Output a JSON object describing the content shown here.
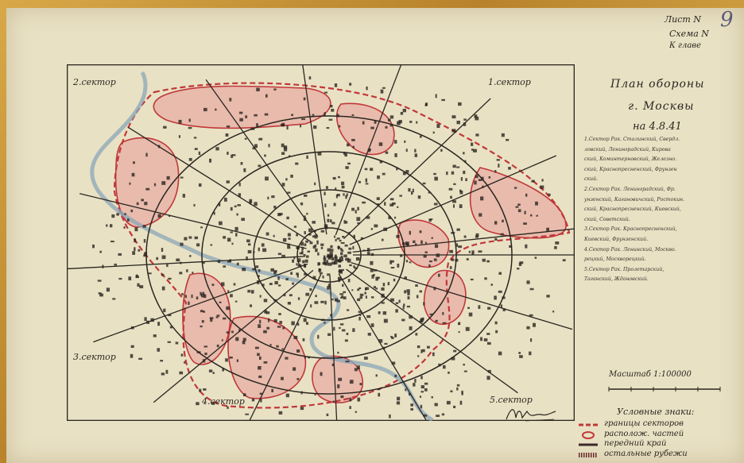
{
  "sheet": {
    "label_1": "Лист N",
    "label_2": "Схема N",
    "label_3": "К главе",
    "number": "9"
  },
  "title": {
    "line1": "План обороны",
    "line2": "г. Москвы",
    "line3": "на 4.8.41"
  },
  "notes": [
    "1.Сектор Рак. Сталинский, Свердл.",
    "ловский, Ленинградский, Кирова",
    "ский, Коминтерновский, Железно.",
    "ский, Краснопресненский, Фрунзен",
    "ский.",
    "2.Сектор Рак. Ленинградский, Фр.",
    "унзенский, Кагановичский, Ростокин.",
    "ский, Краснопресненский, Киевский,",
    "ский, Советский.",
    "3.Сектор Рак. Краснопресненский,",
    "Киевский, Фрунзенский.",
    "4.Сектор Рак. Ленинский, Москво.",
    "рецкий, Москворецкий.",
    "5.Сектор Рак. Пролетарский,",
    "Таганский, Ждановский."
  ],
  "scale": {
    "label": "Масштаб 1:100000"
  },
  "legend": {
    "title": "Условные знаки:",
    "items": [
      {
        "label": "границы секторов",
        "symbol": "red-dashed-line-icon",
        "color": "#c0383a"
      },
      {
        "label": "располож. частей",
        "symbol": "red-oval-icon",
        "color": "#c0383a"
      },
      {
        "label": "передний край",
        "symbol": "dark-line-icon",
        "color": "#3a2a28"
      },
      {
        "label": "остальные рубежи",
        "symbol": "hatched-line-icon",
        "color": "#6a2a2a"
      }
    ]
  },
  "map": {
    "sectors": [
      "2.сектор",
      "1.сектор",
      "3.сектор",
      "4.сектор",
      "5.сектор"
    ],
    "colors": {
      "paper": "#e9e1c4",
      "zone_fill": "#e8b4a8",
      "zone_border": "#c0383a",
      "ink": "#2a2620",
      "river": "#8aa6b8"
    }
  }
}
